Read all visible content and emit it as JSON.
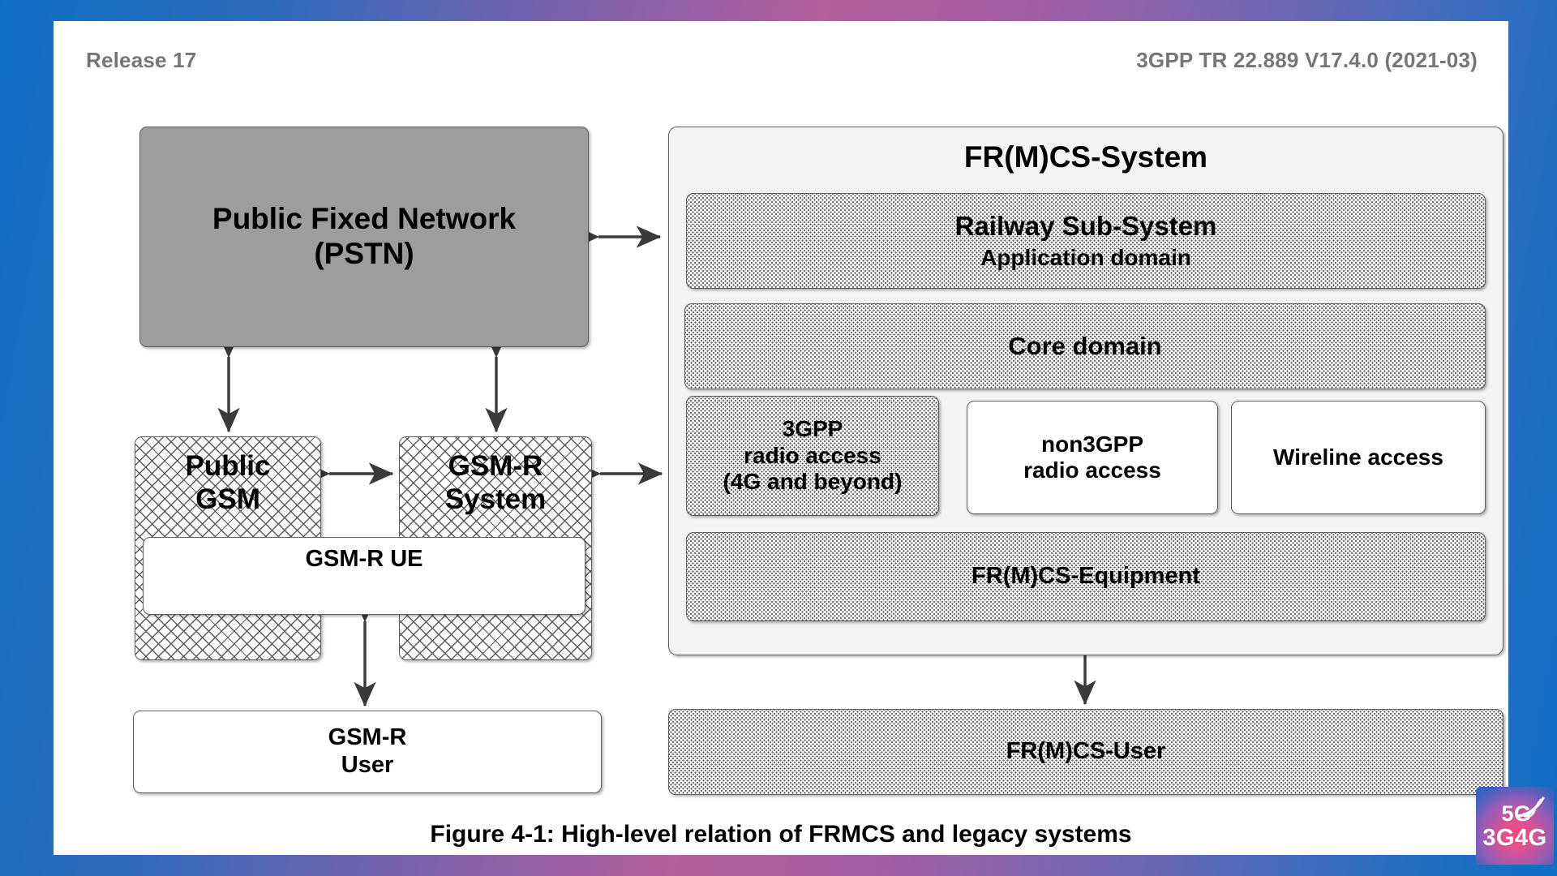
{
  "header": {
    "release": "Release 17",
    "spec": "3GPP TR 22.889 V17.4.0 (2021-03)"
  },
  "caption": "Figure 4-1: High-level relation of FRMCS and legacy systems",
  "colors": {
    "pstn_fill": "#9d9d9d",
    "panel_fill": "#f4f4f4",
    "dots_fill": "#f2f2f2",
    "border": "#5f5f5f",
    "header_text": "#767676",
    "frame_blue": "#0d6fc4",
    "frame_pink": "#b45f9e"
  },
  "legacy": {
    "pstn": {
      "line1": "Public Fixed Network",
      "line2": "(PSTN)"
    },
    "public_gsm": {
      "line1": "Public",
      "line2": "GSM"
    },
    "gsmr_system": {
      "line1": "GSM-R",
      "line2": "System"
    },
    "gsmr_ue": "GSM-R UE",
    "gsmr_user": {
      "line1": "GSM-R",
      "line2": "User"
    }
  },
  "frmcs": {
    "title": "FR(M)CS-System",
    "railway": {
      "title": "Railway Sub-System",
      "subtitle": "Application domain"
    },
    "core": "Core domain",
    "access": [
      {
        "id": "3gpp",
        "line1": "3GPP",
        "line2": "radio access",
        "line3": "(4G and beyond)"
      },
      {
        "id": "non3gpp",
        "line1": "non3GPP",
        "line2": "radio access",
        "line3": ""
      },
      {
        "id": "wireline",
        "line1": "Wireline access",
        "line2": "",
        "line3": ""
      }
    ],
    "equipment": "FR(M)CS-Equipment",
    "user": "FR(M)CS-User"
  },
  "logo": {
    "line1": "5G",
    "line2": "3G4G",
    "icon": "signal-wave-icon"
  }
}
